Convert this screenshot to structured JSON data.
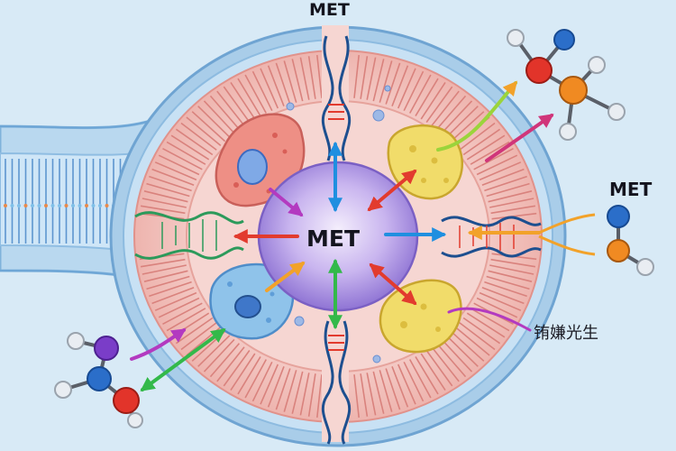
{
  "labels": {
    "top": "MET",
    "right": "MET",
    "center": "MET",
    "annotation": "铕嫌光生"
  },
  "colors": {
    "background": "#d8eaf6",
    "outer_membrane": "#a9cde9",
    "cytoplasm": "#f3c9c4",
    "striations": "#d9827d",
    "nucleus": "#b9a4e6",
    "organelle_red": "#ee8f85",
    "organelle_blue": "#8fc3ea",
    "organelle_yellow": "#f1dc6a",
    "channel_blue": "#1d4f8f",
    "channel_green": "#2c9a5b",
    "arrow_blue": "#1f8fe0",
    "arrow_red": "#e23b2e",
    "arrow_green": "#33b94a",
    "arrow_orange": "#f2a22a",
    "arrow_purple": "#b33ac0",
    "arrow_magenta": "#d0357a",
    "arrow_lime": "#9bd43b",
    "atom_red": "#e2342a",
    "atom_blue": "#2b6ec9",
    "atom_orange": "#f08a22",
    "atom_purple": "#7a3dc8",
    "atom_white": "#e9edf2"
  },
  "icons": [
    "molecule-icon",
    "arrow-icon",
    "membrane-channel-icon"
  ]
}
